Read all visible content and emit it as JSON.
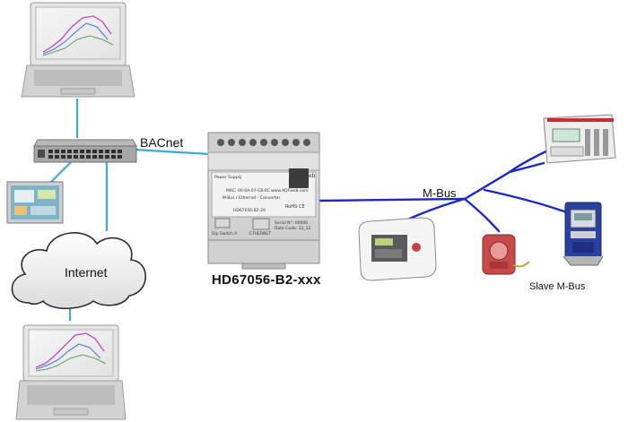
{
  "labels": {
    "bacnet": "BACnet",
    "mbus": "M-Bus",
    "internet": "Internet",
    "model": "HD67056-B2-xxx",
    "slave": "Slave M-Bus"
  },
  "device_panel": {
    "power_supply": "Power Supply",
    "mbus_ethernet": "M-Bus / Ethernet - Converter",
    "mac": "MAC: 00-0A-07-C8-0C",
    "website": "www.ADFweb.com",
    "part": "HD67056-B2-20",
    "brand": "ADF web",
    "rohs": "RoHS CE",
    "dip": "Dip Switch A",
    "ethernet": "ETHERNET",
    "serial_no": "Serial N°: 00000",
    "date_code": "Date Code: 12_12"
  },
  "colors": {
    "link": "#3da9d8",
    "mbus_line": "#1a28c8",
    "device_body": "#d9d9d9",
    "meter_red": "#c84a4a",
    "meter_blue": "#2a3fa0"
  },
  "icons": [
    "laptop-icon",
    "network-switch-icon",
    "touch-panel-icon",
    "cloud-icon",
    "din-rail-converter-icon",
    "energy-meter-icon",
    "heat-meter-icon",
    "water-meter-icon",
    "gas-meter-icon"
  ]
}
